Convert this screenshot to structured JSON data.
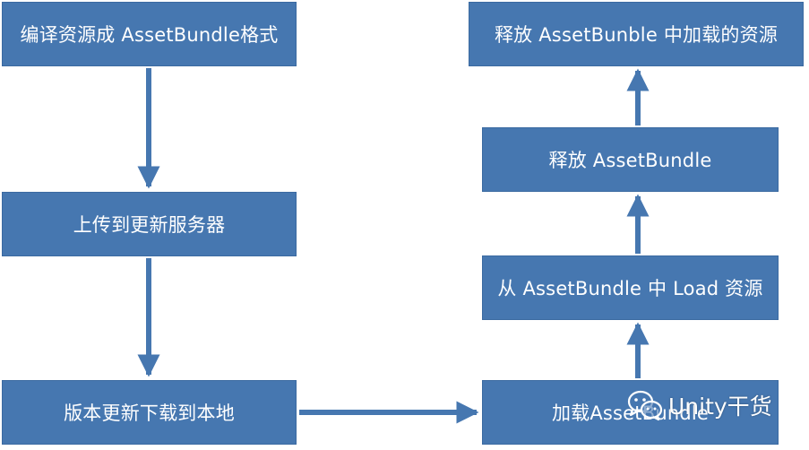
{
  "diagram": {
    "nodes": {
      "compile": "编译资源成 AssetBundle格式",
      "upload": "上传到更新服务器",
      "download": "版本更新下载到本地",
      "load_bundle": "加载AssetBundle",
      "load_from_bundle": "从 AssetBundle 中 Load 资源",
      "release_bundle": "释放 AssetBundle",
      "release_resources": "释放 AssetBunble 中加载的资源"
    },
    "edges": [
      {
        "from": "compile",
        "to": "upload"
      },
      {
        "from": "upload",
        "to": "download"
      },
      {
        "from": "download",
        "to": "load_bundle"
      },
      {
        "from": "load_bundle",
        "to": "load_from_bundle"
      },
      {
        "from": "load_from_bundle",
        "to": "release_bundle"
      },
      {
        "from": "release_bundle",
        "to": "release_resources"
      }
    ],
    "colors": {
      "box_fill": "#4677b0",
      "arrow": "#4677b0",
      "text": "#ffffff"
    }
  },
  "watermark": {
    "text": "Unity干货",
    "icon": "wechat-icon"
  }
}
